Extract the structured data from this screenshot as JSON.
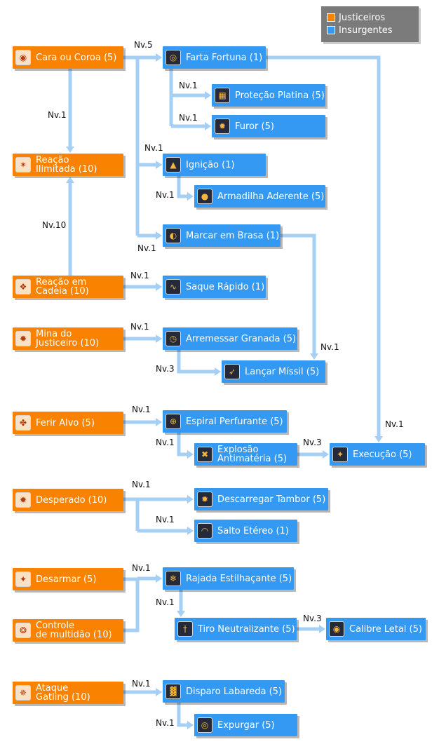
{
  "legend": {
    "items": [
      {
        "label": "Justiceiros",
        "color": "#f98200"
      },
      {
        "label": "Insurgentes",
        "color": "#3399f3"
      }
    ]
  },
  "colors": {
    "orange": "#f98200",
    "blue": "#3399f3",
    "connector": "#a6cff6"
  },
  "skills": {
    "cara_ou_coroa": {
      "lines": [
        "Cara ou Coroa (5)"
      ],
      "icon": "coin-flip-icon"
    },
    "reacao_ilimitada": {
      "lines": [
        "Reação",
        "Ilimitada (10)"
      ],
      "icon": "unlimited-reaction-icon"
    },
    "reacao_em_cadeia": {
      "lines": [
        "Reação em",
        "Cadeia (10)"
      ],
      "icon": "chain-reaction-icon"
    },
    "mina_do_justiceiro": {
      "lines": [
        "Mina do",
        "Justiceiro (10)"
      ],
      "icon": "mine-icon"
    },
    "ferir_alvo": {
      "lines": [
        "Ferir Alvo (5)"
      ],
      "icon": "wound-target-icon"
    },
    "desperado": {
      "lines": [
        "Desperado (10)"
      ],
      "icon": "desperado-icon"
    },
    "desarmar": {
      "lines": [
        "Desarmar (5)"
      ],
      "icon": "disarm-icon"
    },
    "controle_de_multidao": {
      "lines": [
        "Controle",
        "de multidão (10)"
      ],
      "icon": "crowd-control-icon"
    },
    "ataque_gatling": {
      "lines": [
        "Ataque",
        "Gatling (10)"
      ],
      "icon": "gatling-icon"
    },
    "farta_fortuna": {
      "lines": [
        "Farta Fortuna (1)"
      ],
      "icon": "fortune-icon"
    },
    "protecao_platina": {
      "lines": [
        "Proteção Platina (5)"
      ],
      "icon": "platinum-shield-icon"
    },
    "furor": {
      "lines": [
        "Furor (5)"
      ],
      "icon": "fury-icon"
    },
    "ignicao": {
      "lines": [
        "Ignição (1)"
      ],
      "icon": "ignition-flame-icon"
    },
    "armadilha_aderente": {
      "lines": [
        "Armadilha Aderente (5)"
      ],
      "icon": "sticky-trap-icon"
    },
    "marcar_em_brasa": {
      "lines": [
        "Marcar em Brasa (1)"
      ],
      "icon": "brand-mark-icon"
    },
    "saque_rapido": {
      "lines": [
        "Saque Rápido (1)"
      ],
      "icon": "quick-draw-icon"
    },
    "arremessar_granada": {
      "lines": [
        "Arremessar Granada (5)"
      ],
      "icon": "grenade-timer-icon"
    },
    "lancar_missil": {
      "lines": [
        "Lançar Míssil (5)"
      ],
      "icon": "missile-icon"
    },
    "espiral_perfurante": {
      "lines": [
        "Espiral Perfurante (5)"
      ],
      "icon": "piercing-spiral-icon"
    },
    "explosao_antimateria": {
      "lines": [
        "Explosão",
        "Antimatéria (5)"
      ],
      "icon": "antimatter-icon"
    },
    "execucao": {
      "lines": [
        "Execução (5)"
      ],
      "icon": "execution-star-icon"
    },
    "descarregar_tambor": {
      "lines": [
        "Descarregar Tambor (5)"
      ],
      "icon": "drum-discharge-icon"
    },
    "salto_etereo": {
      "lines": [
        "Salto Etéreo (1)"
      ],
      "icon": "ethereal-jump-icon"
    },
    "rajada_estilhacante": {
      "lines": [
        "Rajada Estilhaçante (5)"
      ],
      "icon": "shatter-burst-icon"
    },
    "tiro_neutralizante": {
      "lines": [
        "Tiro Neutralizante (5)"
      ],
      "icon": "neutralizing-shot-icon"
    },
    "calibre_letal": {
      "lines": [
        "Calibre Letal (5)"
      ],
      "icon": "lethal-caliber-icon"
    },
    "disparo_labareda": {
      "lines": [
        "Disparo Labareda (5)"
      ],
      "icon": "flare-shot-icon"
    },
    "expurgar": {
      "lines": [
        "Expurgar (5)"
      ],
      "icon": "purge-icon"
    }
  },
  "level_labels": {
    "l_nv5": "Nv.5",
    "l_ff_pp": "Nv.1",
    "l_ff_furor": "Nv.1",
    "l_coroa_reacao": "Nv.1",
    "l_ign": "Nv.1",
    "l_arm": "Nv.1",
    "l_marcar": "Nv.1",
    "l_cadeia_up": "Nv.10",
    "l_saque": "Nv.1",
    "l_granada": "Nv.1",
    "l_missil_nv3": "Nv.3",
    "l_missil_nv1": "Nv.1",
    "l_espiral": "Nv.1",
    "l_antimateria": "Nv.1",
    "l_execucao_nv3": "Nv.3",
    "l_execucao_nv1": "Nv.1",
    "l_tambor": "Nv.1",
    "l_salto": "Nv.1",
    "l_rajada": "Nv.1",
    "l_tiro": "Nv.1",
    "l_calibre": "Nv.3",
    "l_labareda": "Nv.1",
    "l_expurgar": "Nv.1"
  }
}
